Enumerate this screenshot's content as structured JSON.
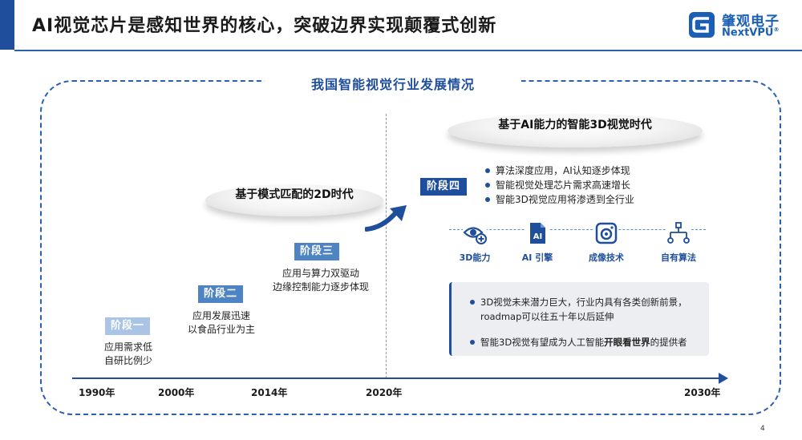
{
  "header": {
    "title": "AI视觉芯片是感知世界的核心，突破边界实现颠覆式创新"
  },
  "logo": {
    "cn": "肇观电子",
    "en": "NextVPU",
    "registered": "®"
  },
  "section_title": "我国智能视觉行业发展情况",
  "eras": {
    "era_2d": "基于模式匹配的2D时代",
    "era_3d": "基于AI能力的智能3D视觉时代"
  },
  "stages": [
    {
      "label": "阶段一",
      "desc_line1": "应用需求低",
      "desc_line2": "自研比例少"
    },
    {
      "label": "阶段二",
      "desc_line1": "应用发展迅速",
      "desc_line2": "以食品行业为主"
    },
    {
      "label": "阶段三",
      "desc_line1": "应用与算力双驱动",
      "desc_line2": "边缘控制能力逐步体现"
    },
    {
      "label": "阶段四"
    }
  ],
  "stage4_bullets": [
    "算法深度应用，AI认知逐步体现",
    "智能视觉处理芯片需求高速增长",
    "智能3D视觉应用将渗透到全行业"
  ],
  "features": [
    {
      "label": "3D能力",
      "icon": "eye-plus-icon"
    },
    {
      "label": "AI 引擎",
      "icon": "ai-chip-icon"
    },
    {
      "label": "成像技术",
      "icon": "camera-icon"
    },
    {
      "label": "自有算法",
      "icon": "algorithm-tree-icon"
    }
  ],
  "info": {
    "b1_line1": "3D视觉未来潜力巨大，行业内具有各类创新前景，",
    "b1_line2": "roadmap可以往五十年以后延伸",
    "b2_pre": "智能3D视觉有望成为人工智能",
    "b2_bold": "开眼看世界",
    "b2_post": "的提供者"
  },
  "timeline": [
    "1990年",
    "2000年",
    "2014年",
    "2020年",
    "2030年"
  ],
  "page_number": "4",
  "colors": {
    "primary": "#1f4e9c",
    "stage_light": "#a9c4e4",
    "stage_mid": "#4f84c4"
  }
}
